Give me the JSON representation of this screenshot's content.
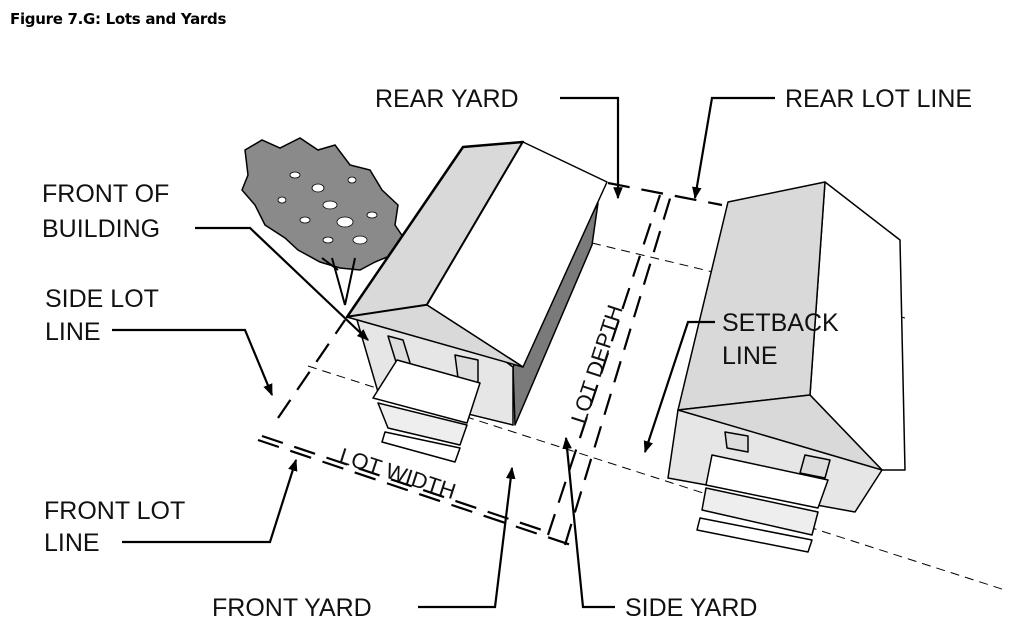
{
  "title": "Figure 7.G: Lots and Yards",
  "labels": {
    "rear_yard": "REAR YARD",
    "rear_lot_line": "REAR LOT LINE",
    "front_of_building_1": "FRONT OF",
    "front_of_building_2": "BUILDING",
    "side_lot_line_1": "SIDE LOT",
    "side_lot_line_2": "LINE",
    "setback_line_1": "SETBACK",
    "setback_line_2": "LINE",
    "front_lot_line_1": "FRONT LOT",
    "front_lot_line_2": "LINE",
    "front_yard": "FRONT YARD",
    "side_yard": "SIDE YARD",
    "lot_width": "LOT WIDTH",
    "lot_depth": "LOT DEPTH"
  },
  "colors": {
    "roof_light": "#d9d9d9",
    "wall_dark": "#7a7a7a",
    "wall_mid": "#e6e6e6",
    "tree": "#8a8a8a"
  }
}
